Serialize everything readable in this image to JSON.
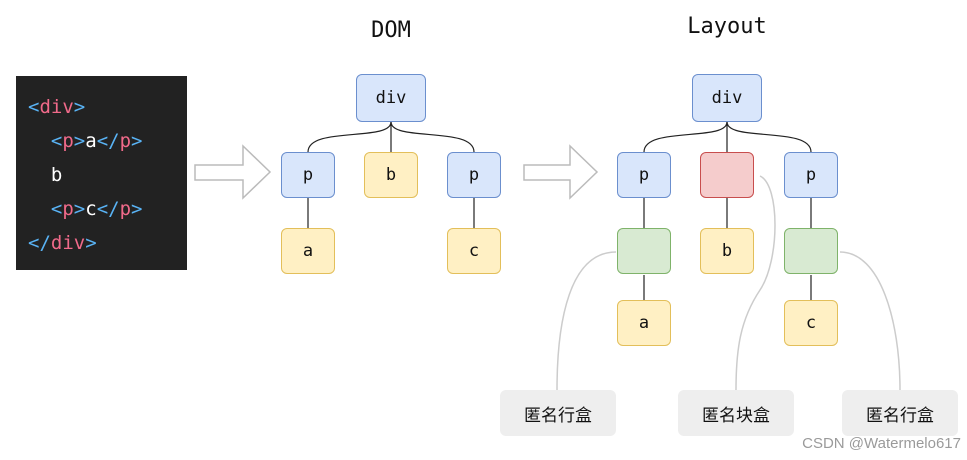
{
  "titles": {
    "dom": "DOM",
    "layout": "Layout"
  },
  "code": {
    "lines": [
      {
        "open": "<",
        "tag": "div",
        "close": ">",
        "text": ""
      },
      {
        "open": "<",
        "tag": "p",
        "close": ">",
        "text": "a",
        "open2": "</",
        "tag2": "p",
        "close2": ">"
      },
      {
        "text": "b"
      },
      {
        "open": "<",
        "tag": "p",
        "close": ">",
        "text": "c",
        "open2": "</",
        "tag2": "p",
        "close2": ">"
      },
      {
        "open": "</",
        "tag": "div",
        "close": ">",
        "text": ""
      }
    ]
  },
  "dom_tree": {
    "root": "div",
    "p1": "p",
    "b": "b",
    "p2": "p",
    "a": "a",
    "c": "c"
  },
  "layout_tree": {
    "root": "div",
    "p1": "p",
    "anon_block": "",
    "p2": "p",
    "b": "b",
    "a": "a",
    "c": "c"
  },
  "labels": {
    "anon_line_left": "匿名行盒",
    "anon_block": "匿名块盒",
    "anon_line_right": "匿名行盒"
  },
  "watermark": "CSDN @Watermelo617",
  "colors": {
    "element": "#d9e6fb",
    "text": "#fff0c4",
    "anonymous_block": "#f5cccc",
    "anonymous_line": "#d8ead2"
  }
}
